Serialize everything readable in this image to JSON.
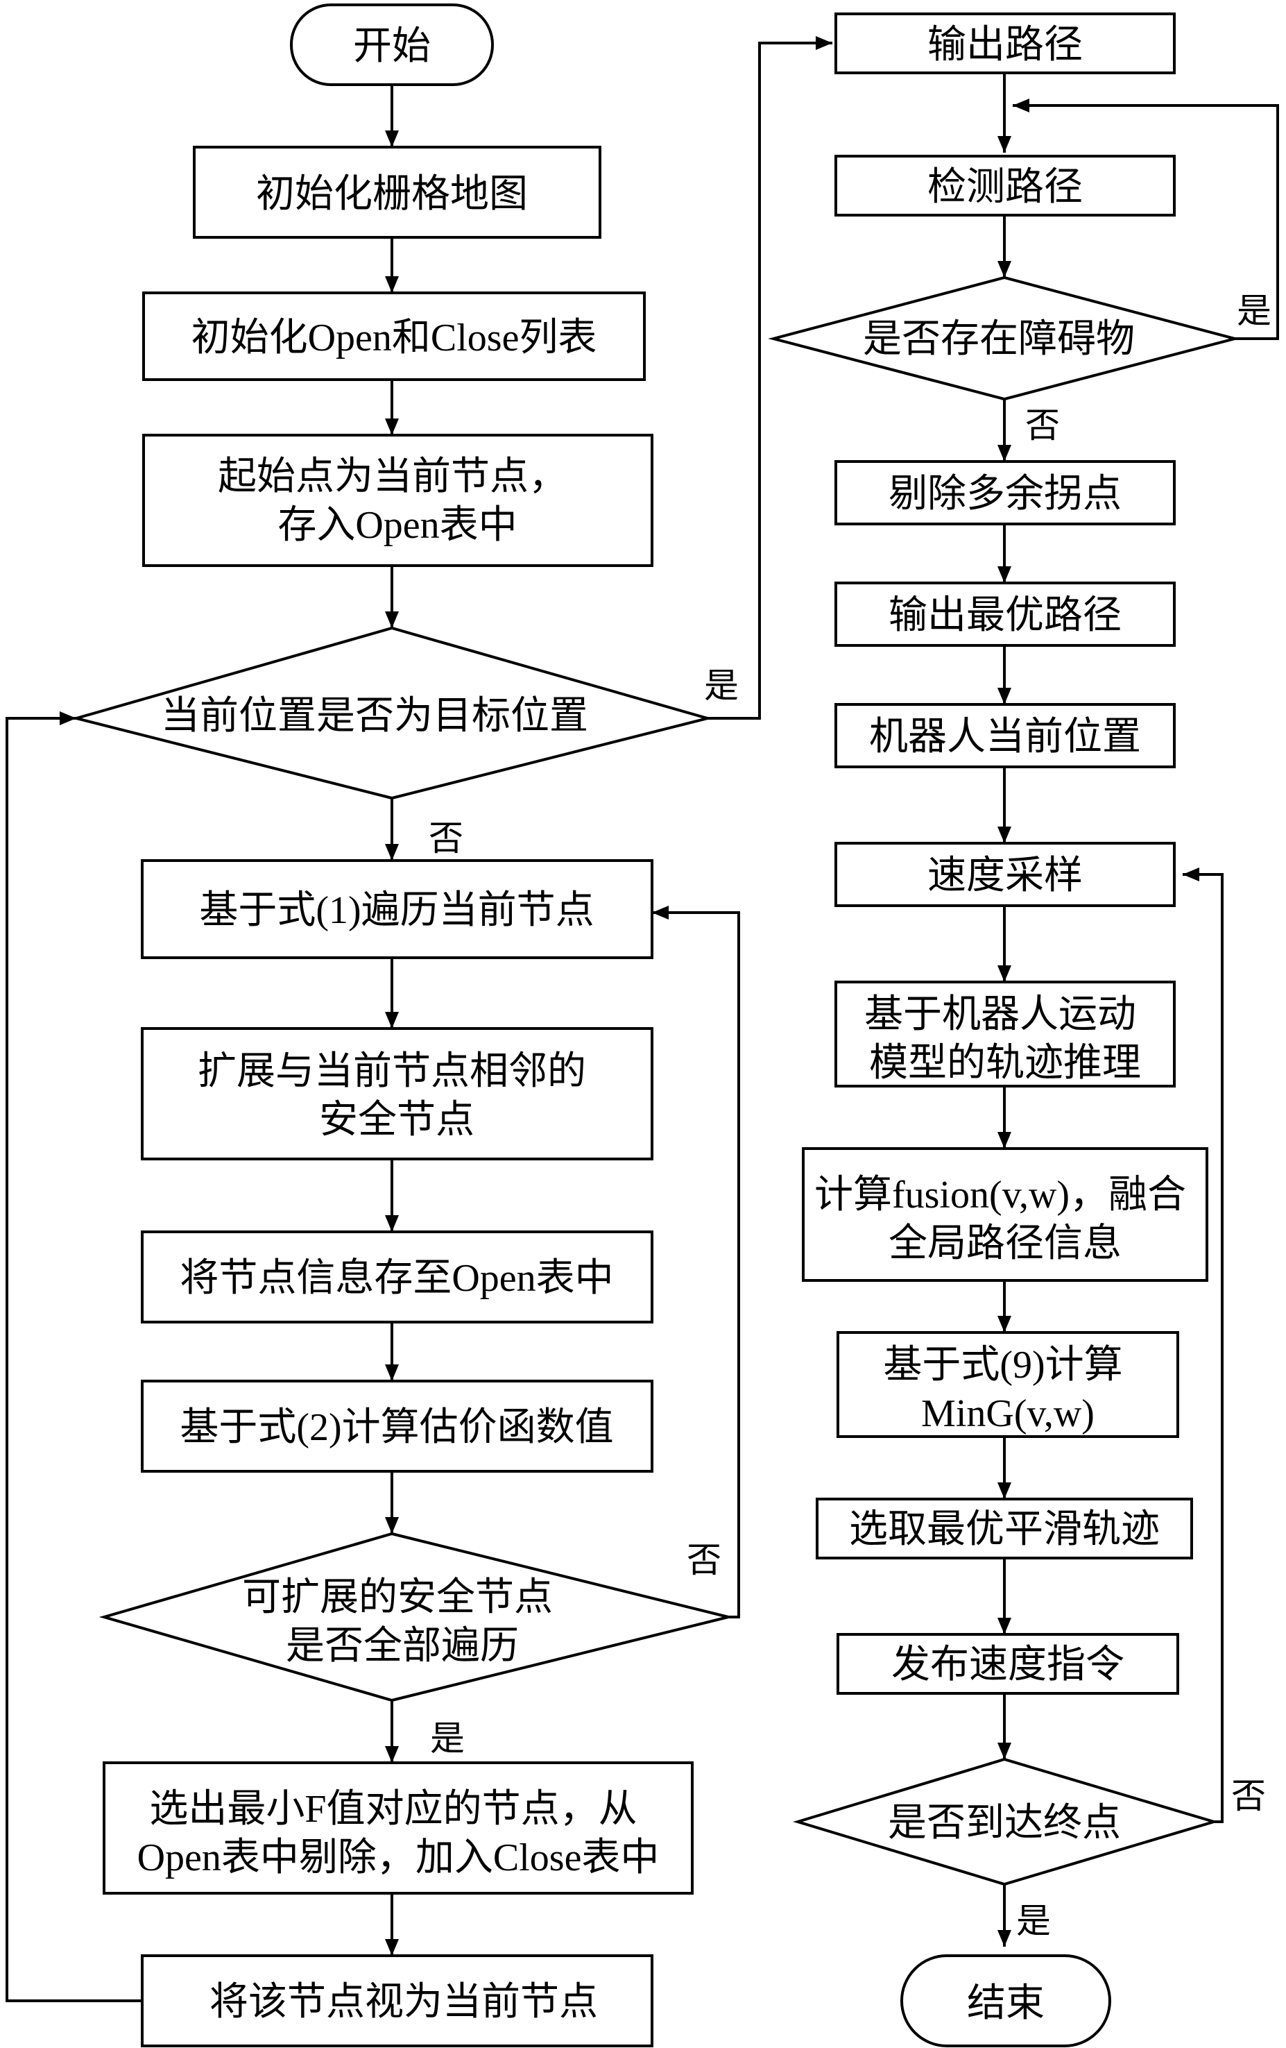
{
  "nodes": {
    "start": {
      "lines": [
        "开始"
      ]
    },
    "init_grid": {
      "lines": [
        "初始化栅格地图"
      ]
    },
    "init_lists": {
      "lines": [
        "初始化Open和Close列表"
      ]
    },
    "start_node": {
      "lines": [
        "起始点为当前节点，",
        "存入Open表中"
      ]
    },
    "is_goal": {
      "lines": [
        "当前位置是否为目标位置"
      ]
    },
    "traverse": {
      "lines": [
        "基于式(1)遍历当前节点"
      ]
    },
    "expand": {
      "lines": [
        "扩展与当前节点相邻的",
        "安全节点"
      ]
    },
    "store_open": {
      "lines": [
        "将节点信息存至Open表中"
      ]
    },
    "calc_cost": {
      "lines": [
        "基于式(2)计算估价函数值"
      ]
    },
    "all_traversed": {
      "lines": [
        "可扩展的安全节点",
        "是否全部遍历"
      ]
    },
    "select_min": {
      "lines": [
        "选出最小F值对应的节点，从",
        "Open表中剔除，加入Close表中"
      ]
    },
    "set_current": {
      "lines": [
        "将该节点视为当前节点"
      ]
    },
    "output_path": {
      "lines": [
        "输出路径"
      ]
    },
    "check_path": {
      "lines": [
        "检测路径"
      ]
    },
    "obstacle": {
      "lines": [
        "是否存在障碍物"
      ]
    },
    "remove_turns": {
      "lines": [
        "剔除多余拐点"
      ]
    },
    "output_best": {
      "lines": [
        "输出最优路径"
      ]
    },
    "robot_pos": {
      "lines": [
        "机器人当前位置"
      ]
    },
    "velocity_sample": {
      "lines": [
        "速度采样"
      ]
    },
    "traj_predict": {
      "lines": [
        "基于机器人运动",
        "模型的轨迹推理"
      ]
    },
    "fusion": {
      "lines": [
        "计算fusion(v,w)，融合",
        "全局路径信息"
      ]
    },
    "ming": {
      "lines": [
        "基于式(9)计算",
        "MinG(v,w)"
      ]
    },
    "select_traj": {
      "lines": [
        "选取最优平滑轨迹"
      ]
    },
    "publish_vel": {
      "lines": [
        "发布速度指令"
      ]
    },
    "reach_end": {
      "lines": [
        "是否到达终点"
      ]
    },
    "end": {
      "lines": [
        "结束"
      ]
    }
  },
  "edge_labels": {
    "goal_yes": "是",
    "goal_no": "否",
    "traversed_no": "否",
    "traversed_yes": "是",
    "obstacle_yes": "是",
    "obstacle_no": "否",
    "end_no": "否",
    "end_yes": "是"
  }
}
